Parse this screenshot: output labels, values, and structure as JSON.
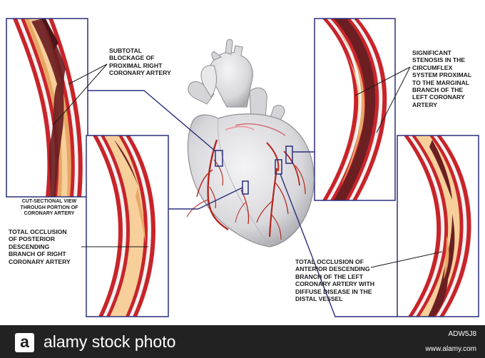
{
  "labels": {
    "subtotal": "SUBTOTAL\nBLOCKAGE OF\nPROXIMAL RIGHT\nCORONARY ARTERY",
    "stenosis": "SIGNIFICANT\nSTENOSIS IN THE\nCIRCUMFLEX\nSYSTEM PROXIMAL\nTO THE MARGINAL\nBRANCH OF THE\nLEFT CORONARY\nARTERY",
    "cut_section": "CUT-SECTIONAL VIEW\nTHROUGH PORTION OF\nCORONARY ARTERY",
    "posterior": "TOTAL OCCLUSION\nOF POSTERIOR\nDESCENDING\nBRANCH OF RIGHT\nCORONARY ARTERY",
    "anterior": "TOTAL OCCLUSION OF\nANTERIOR DESCENDING\nBRANCH OF THE LEFT\nCORONARY ARTERY WITH\nDIFFUSE DISEASE IN THE\nDISTAL VESSEL"
  },
  "footer": {
    "logo_letter": "a",
    "brand": "alamy stock photo",
    "image_id": "ADW5J8",
    "site": "www.alamy.com"
  },
  "colors": {
    "frame": "#2b2f7a",
    "artery_wall": "#c8242a",
    "lumen": "#f7cf9a",
    "plaque": "#e8a766",
    "clot": "#6b1f22",
    "heart": "#e3e3e6"
  }
}
